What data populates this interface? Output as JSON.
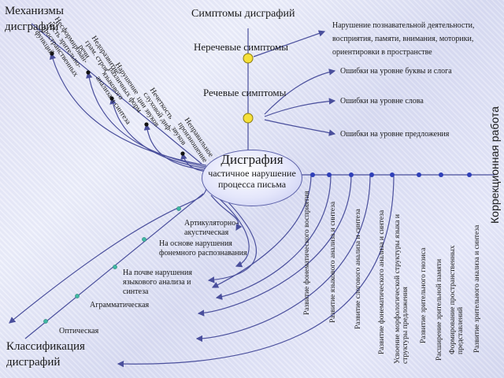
{
  "diagram": {
    "mechanisms_title": "Механизмы\nдисграфий",
    "symptoms_title": "Симптомы дисграфий",
    "nonspeech_label": "Неречевые симптомы",
    "speech_label": "Речевые симптомы",
    "nonspeech_detail": "Нарушение познавательной деятельности, восприятия, памяти, внимания, моторики, ориентировки в пространстве",
    "speech_items": [
      "Ошибки на уровне буквы и слога",
      "Ошибки на уровне слова",
      "Ошибки на уровне предложения"
    ],
    "center": {
      "title": "Дисграфия",
      "subtitle": "частичное нарушение процесса письма"
    },
    "mechanisms": [
      "Несформирован-ность зрительно-пространственных функций",
      "Недоразвитие грам. строя речи",
      "Нарушение различных форм языкового анализа и синтеза",
      "Нечеткость слуховой диф-ции звуков",
      "Неправильное произношение звуков"
    ],
    "classification_title": "Классификация\nдисграфий",
    "classification": [
      "Артикуляторно-акустическая",
      "На основе нарушения фонемного распознавания",
      "На почве нарушения языкового анализа и синтеза",
      "Аграмматическая",
      "Оптическая"
    ],
    "correction_title": "Коррекционная работа",
    "correction": [
      "Развитие фонематического восприятия",
      "Развитие языкового анализа и синтеза",
      "Развитие слогового анализа и синтеза",
      "Развитие фонематического анализа и синтеза",
      "Усвоение морфологической структуры языка и структуры предложения",
      "Развитие зрительного гнозиса",
      "Расширение зрительной памяти",
      "Формирование пространственных представлений",
      "Развитие зрительного анализа и синтеза"
    ],
    "colors": {
      "line": "#4a4f9c",
      "node_yellow": "#f5e03a",
      "dot_dark": "#111111",
      "dot_blue": "#2e3fb8",
      "dot_teal": "#3fb7a3"
    }
  }
}
